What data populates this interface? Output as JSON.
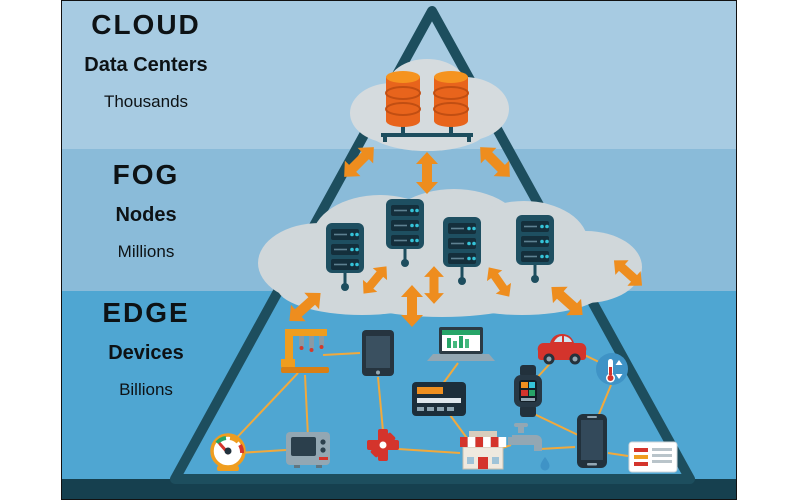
{
  "diagram": {
    "title_visible": false,
    "tiers": [
      {
        "name": "CLOUD",
        "sub": "Data Centers",
        "scale": "Thousands"
      },
      {
        "name": "FOG",
        "sub": "Nodes",
        "scale": "Millions"
      },
      {
        "name": "EDGE",
        "sub": "Devices",
        "scale": "Billions"
      }
    ],
    "colors": {
      "cloud_band": "#a7cbe2",
      "fog_band": "#8abbd9",
      "edge_band": "#4fa6d2",
      "base_strip": "#16404f",
      "triangle_outline": "#1d4e5e",
      "cloud_shape": "#d2d8db",
      "arrow_orange": "#ee8d1e",
      "connector_orange": "#f1a93c",
      "server_dark_teal": "#1e4f61",
      "database_orange": "#e8641c"
    },
    "icons": {
      "cloud_tier": [
        "database-stack",
        "database-stack",
        "cloud"
      ],
      "fog_tier": [
        "server-node",
        "server-node",
        "server-node",
        "server-node",
        "cloud"
      ],
      "edge_tier": [
        "industrial-robot",
        "tablet",
        "laptop",
        "car",
        "thermometer-badge",
        "payment-card",
        "smartwatch",
        "gauge",
        "retro-tv",
        "medical-star",
        "store",
        "faucet",
        "smartphone",
        "web-list"
      ]
    }
  }
}
